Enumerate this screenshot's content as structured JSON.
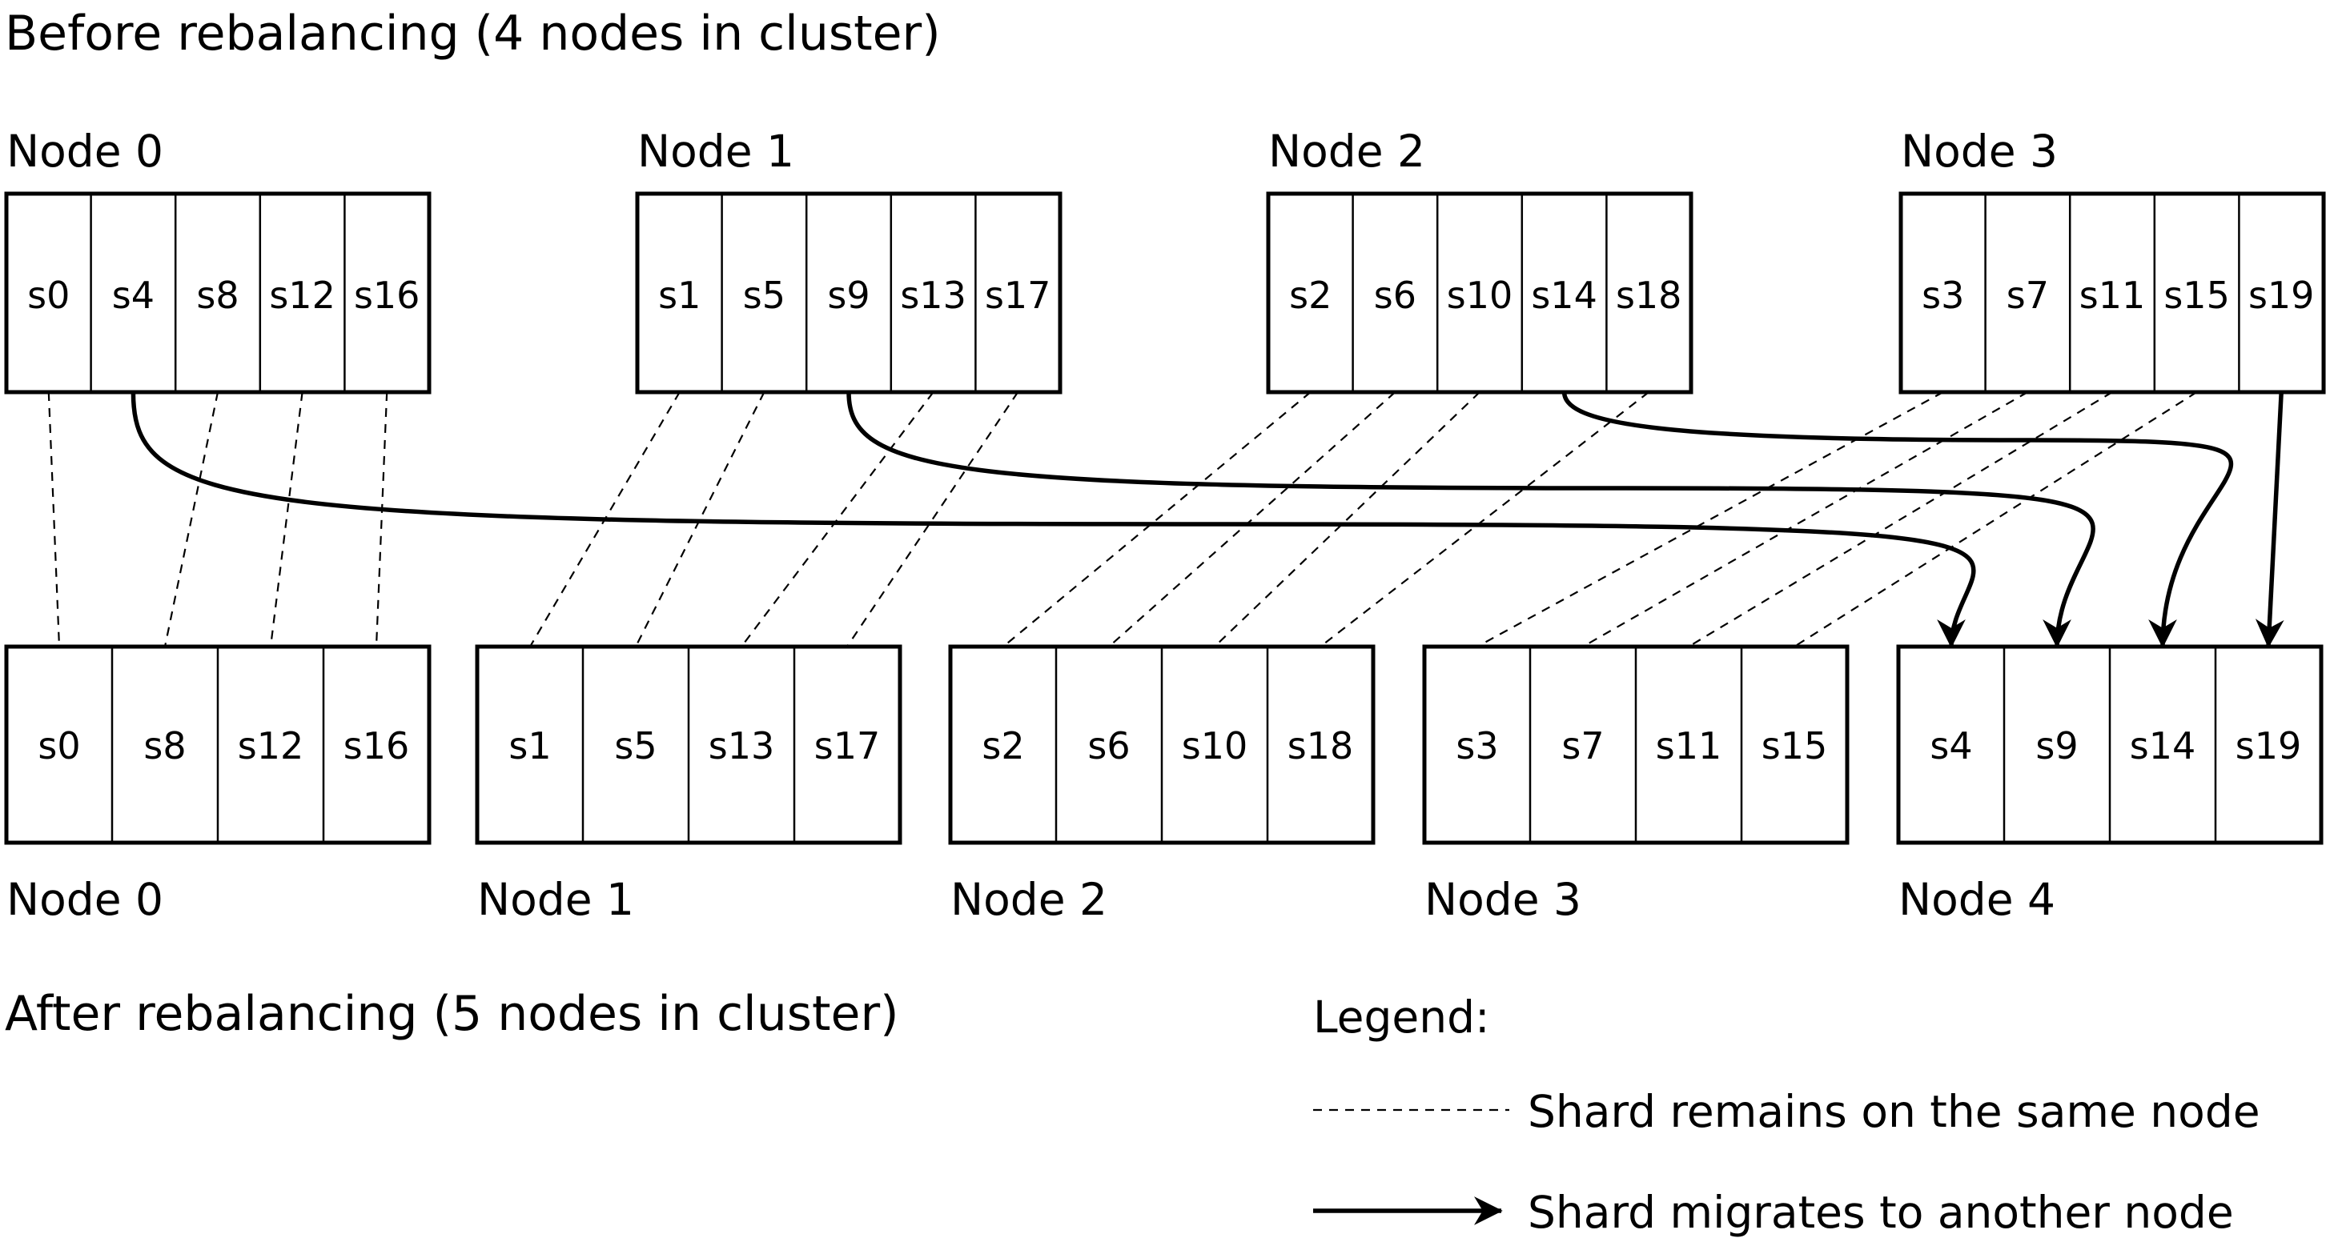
{
  "before": {
    "heading": "Before rebalancing (4 nodes in cluster)",
    "nodes": [
      {
        "label": "Node 0",
        "shards": [
          "s0",
          "s4",
          "s8",
          "s12",
          "s16"
        ]
      },
      {
        "label": "Node 1",
        "shards": [
          "s1",
          "s5",
          "s9",
          "s13",
          "s17"
        ]
      },
      {
        "label": "Node 2",
        "shards": [
          "s2",
          "s6",
          "s10",
          "s14",
          "s18"
        ]
      },
      {
        "label": "Node 3",
        "shards": [
          "s3",
          "s7",
          "s11",
          "s15",
          "s19"
        ]
      }
    ]
  },
  "after": {
    "heading": "After rebalancing (5 nodes in cluster)",
    "nodes": [
      {
        "label": "Node 0",
        "shards": [
          "s0",
          "s8",
          "s12",
          "s16"
        ]
      },
      {
        "label": "Node 1",
        "shards": [
          "s1",
          "s5",
          "s13",
          "s17"
        ]
      },
      {
        "label": "Node 2",
        "shards": [
          "s2",
          "s6",
          "s10",
          "s18"
        ]
      },
      {
        "label": "Node 3",
        "shards": [
          "s3",
          "s7",
          "s11",
          "s15"
        ]
      },
      {
        "label": "Node 4",
        "shards": [
          "s4",
          "s9",
          "s14",
          "s19"
        ]
      }
    ]
  },
  "legend": {
    "title": "Legend:",
    "remain": "Shard remains on the same node",
    "migrate": "Shard migrates to another node"
  }
}
